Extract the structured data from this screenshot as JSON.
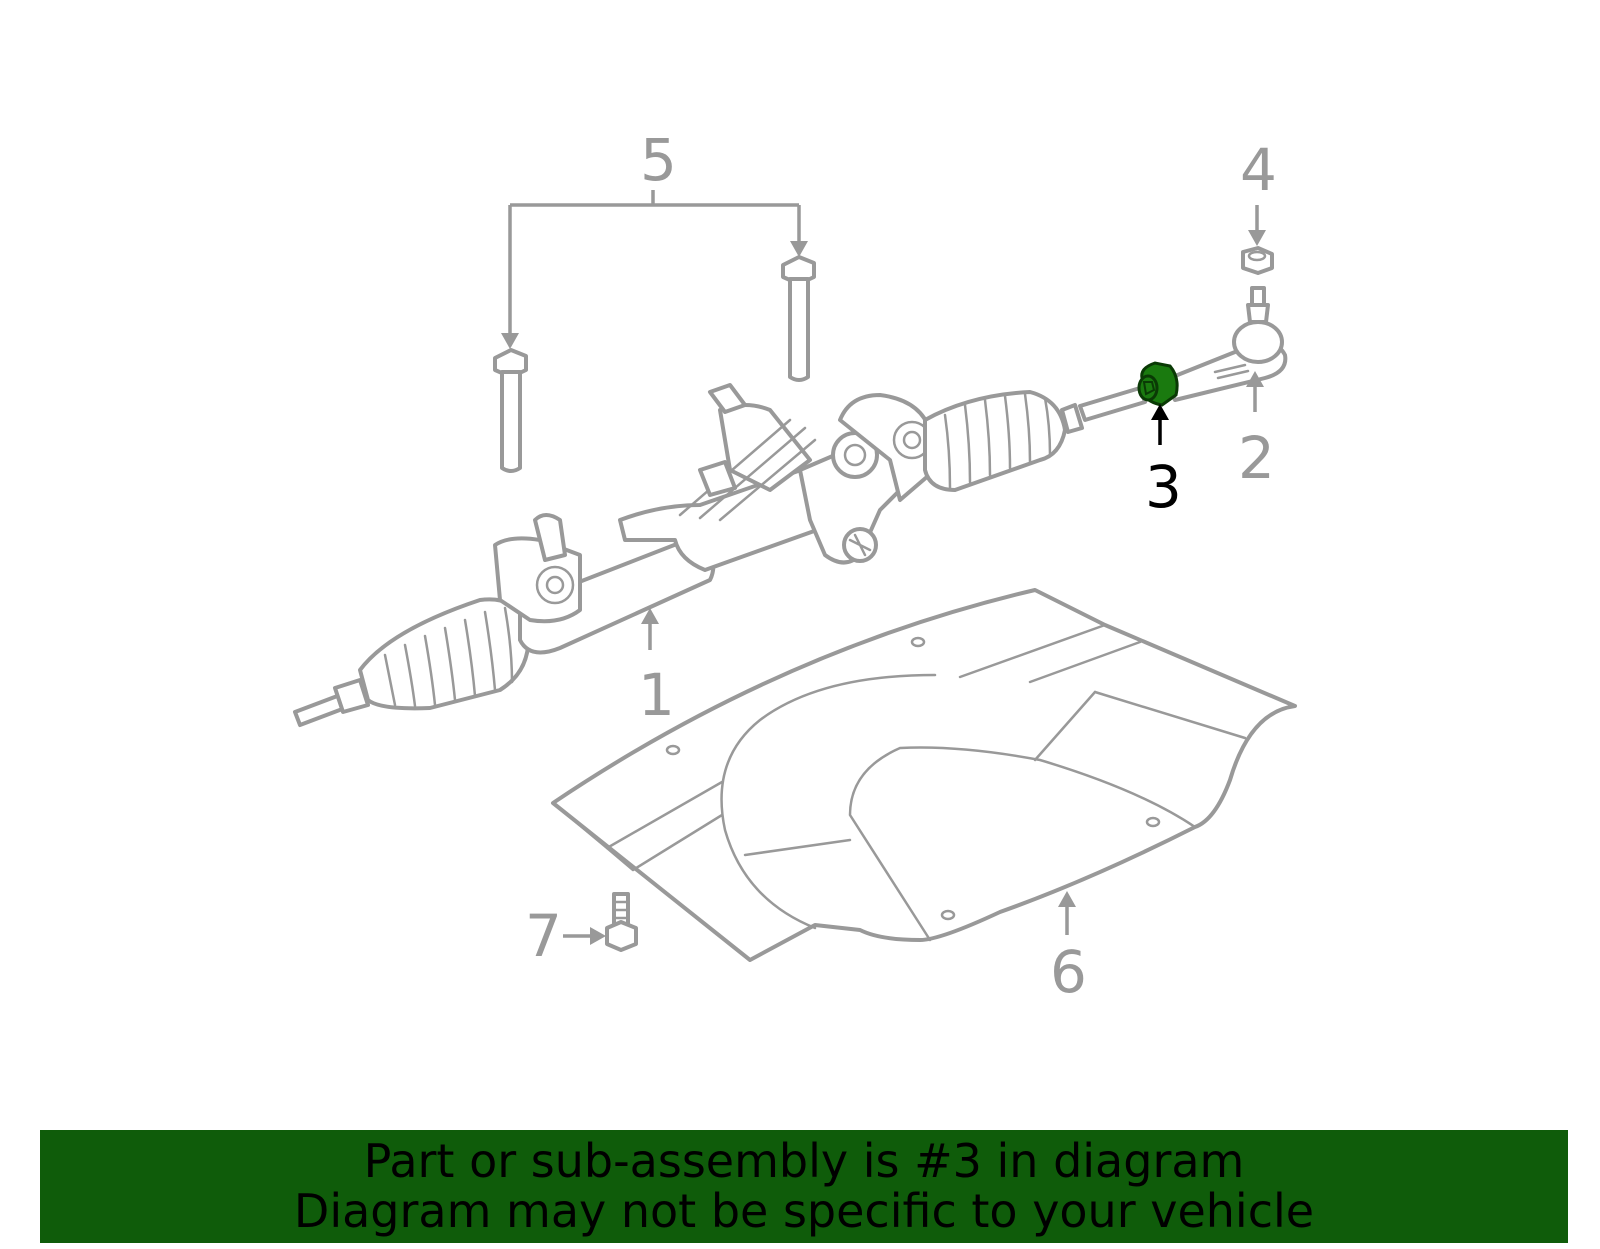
{
  "diagram": {
    "callouts": [
      "1",
      "2",
      "3",
      "4",
      "5",
      "6",
      "7"
    ],
    "highlighted_callout": "3",
    "highlight_color": "#1a7a0f"
  },
  "footer": {
    "line1": "Part or sub-assembly is #3 in diagram",
    "line2": "Diagram may not be specific to your vehicle",
    "background": "#0f5c0a"
  }
}
